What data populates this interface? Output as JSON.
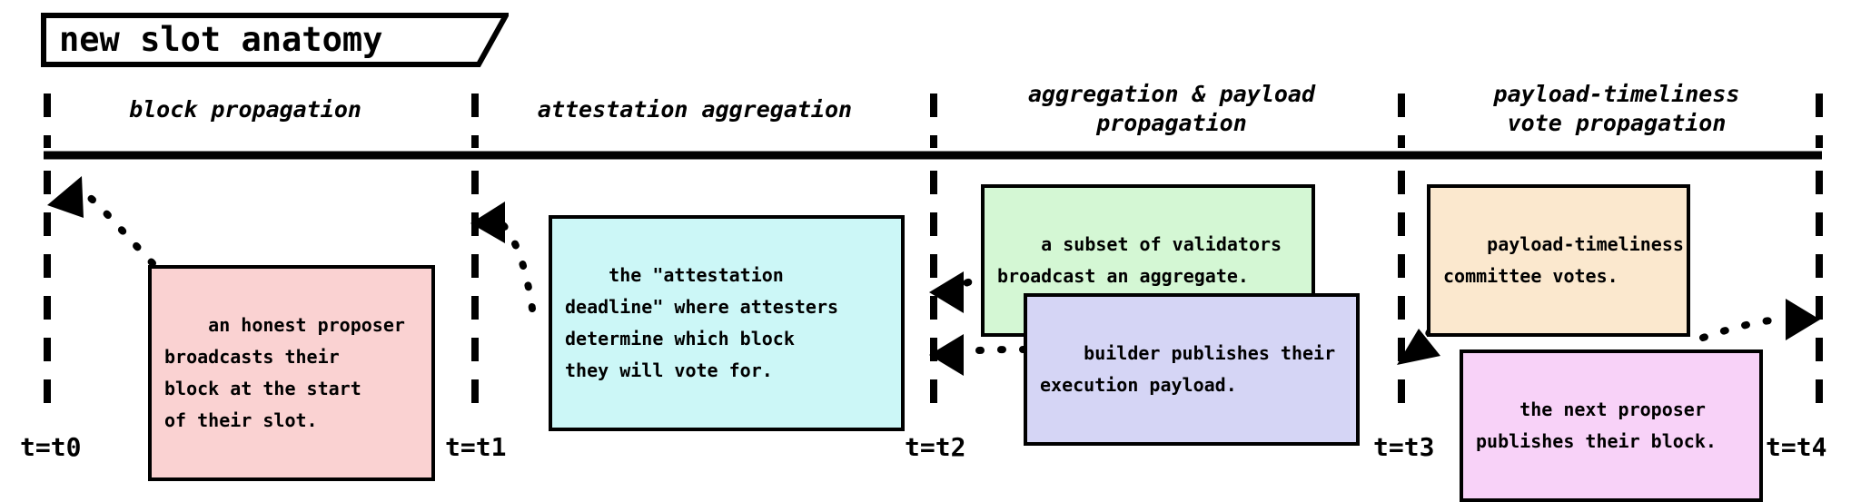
{
  "title": "new slot anatomy",
  "diagram": {
    "phases": [
      {
        "label": "block propagation",
        "lines": [
          "block propagation"
        ]
      },
      {
        "label": "attestation aggregation",
        "lines": [
          "attestation aggregation"
        ]
      },
      {
        "label": "aggregation & payload propagation",
        "lines": [
          "aggregation & payload",
          "propagation"
        ]
      },
      {
        "label": "payload-timeliness vote propagation",
        "lines": [
          "payload-timeliness",
          "vote propagation"
        ]
      }
    ],
    "ticks": [
      {
        "label": "t=t0"
      },
      {
        "label": "t=t1"
      },
      {
        "label": "t=t2"
      },
      {
        "label": "t=t3"
      },
      {
        "label": "t=t4"
      }
    ],
    "callouts": [
      {
        "name": "proposer-block",
        "color": "#fad2d2",
        "lines": [
          "an honest proposer",
          "broadcasts their",
          "block at the start",
          "of their slot."
        ],
        "text": "an honest proposer\nbroadcasts their\nblock at the start\nof their slot."
      },
      {
        "name": "attestation-deadline",
        "color": "#ccf7f7",
        "lines": [
          "the \"attestation",
          "deadline\" where attesters",
          "determine which block",
          "they will vote for."
        ],
        "text": "the \"attestation\ndeadline\" where attesters\ndetermine which block\nthey will vote for."
      },
      {
        "name": "aggregate-broadcast",
        "color": "#d4f7d4",
        "lines": [
          "a subset of validators",
          "broadcast an aggregate."
        ],
        "text": "a subset of validators\nbroadcast an aggregate."
      },
      {
        "name": "builder-payload",
        "color": "#d5d5f5",
        "lines": [
          "builder publishes their",
          "execution payload."
        ],
        "text": "builder publishes their\nexecution payload."
      },
      {
        "name": "ptc-votes",
        "color": "#fbe8ce",
        "lines": [
          "payload-timeliness",
          "committee votes."
        ],
        "text": "payload-timeliness\ncommittee votes."
      },
      {
        "name": "next-proposer",
        "color": "#f8d2f8",
        "lines": [
          "the next proposer",
          "publishes their block."
        ],
        "text": "the next proposer\npublishes their block."
      }
    ],
    "colors": {
      "stroke": "#000000",
      "background": "#ffffff"
    }
  }
}
